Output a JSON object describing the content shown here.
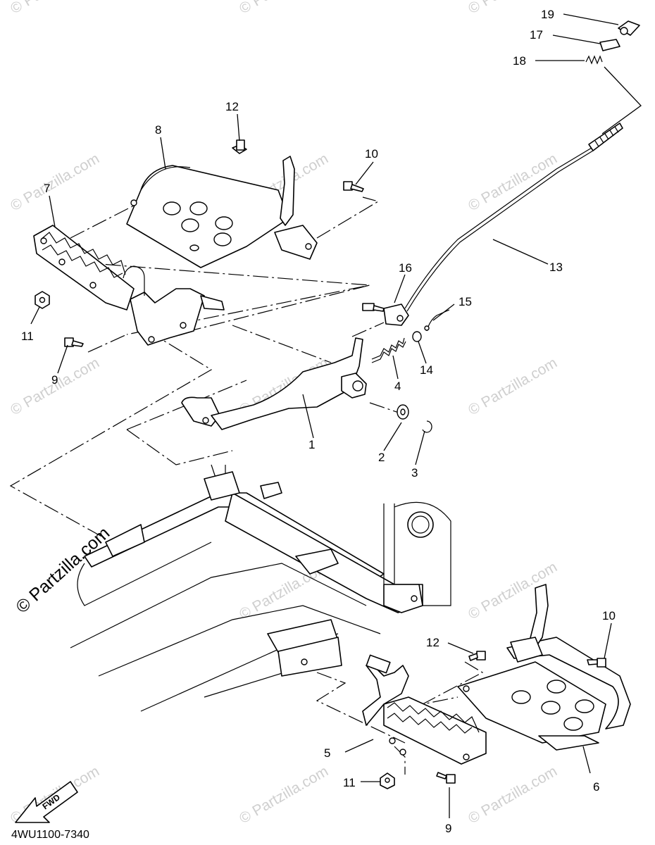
{
  "diagram_code": "4WU1100-7340",
  "watermark": "© Partzilla.com",
  "fwd_label": "FWD",
  "callouts": {
    "c1": "1",
    "c2": "2",
    "c3": "3",
    "c4": "4",
    "c5": "5",
    "c6": "6",
    "c7": "7",
    "c8": "8",
    "c9a": "9",
    "c9b": "9",
    "c10a": "10",
    "c10b": "10",
    "c11a": "11",
    "c11b": "11",
    "c12a": "12",
    "c12b": "12",
    "c13": "13",
    "c14": "14",
    "c15": "15",
    "c16": "16",
    "c17": "17",
    "c18": "18",
    "c19": "19"
  }
}
